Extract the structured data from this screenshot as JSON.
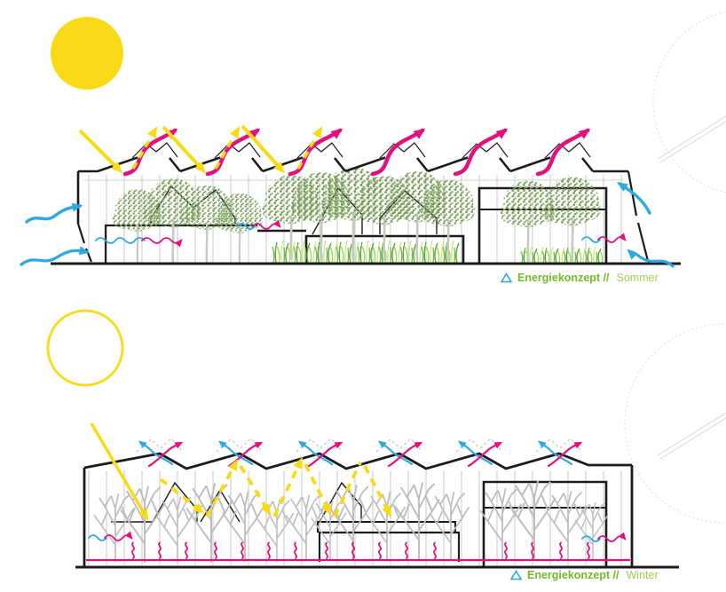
{
  "captions": {
    "summer": {
      "icon": "triangle-outline-icon",
      "label_bold": "Energiekonzept //",
      "label_season": "Sommer"
    },
    "winter": {
      "icon": "triangle-outline-icon",
      "label_bold": "Energiekonzept //",
      "label_season": "Winter"
    }
  },
  "icons": {
    "summer_sun": "sun-filled-icon",
    "winter_sun": "sun-outline-icon",
    "heat_exhaust": "heat-exhaust-arrow-icon",
    "air_intake": "air-intake-arrow-icon",
    "sun_ray": "sun-ray-arrow-icon",
    "reflected_ray": "reflected-sun-ray-dashed-arrow-icon",
    "floor_heat": "rising-heat-squiggle-icon",
    "airflow": "airflow-wave-arrow-icon"
  },
  "colors": {
    "sun_yellow": "#F8DB16",
    "heat_pink": "#E3117D",
    "air_blue": "#2FA8E1",
    "caption_green_bold": "#76B82A",
    "caption_green_light": "#A2CE4E",
    "line_black": "#1C1C1C",
    "column_gray": "#D2D2D2",
    "bare_tree_gray": "#BCBCBC",
    "foliage_green": "#7FA261",
    "grass_green": "#6FBE3C",
    "faint_circle_gray": "#E2E2E2"
  }
}
